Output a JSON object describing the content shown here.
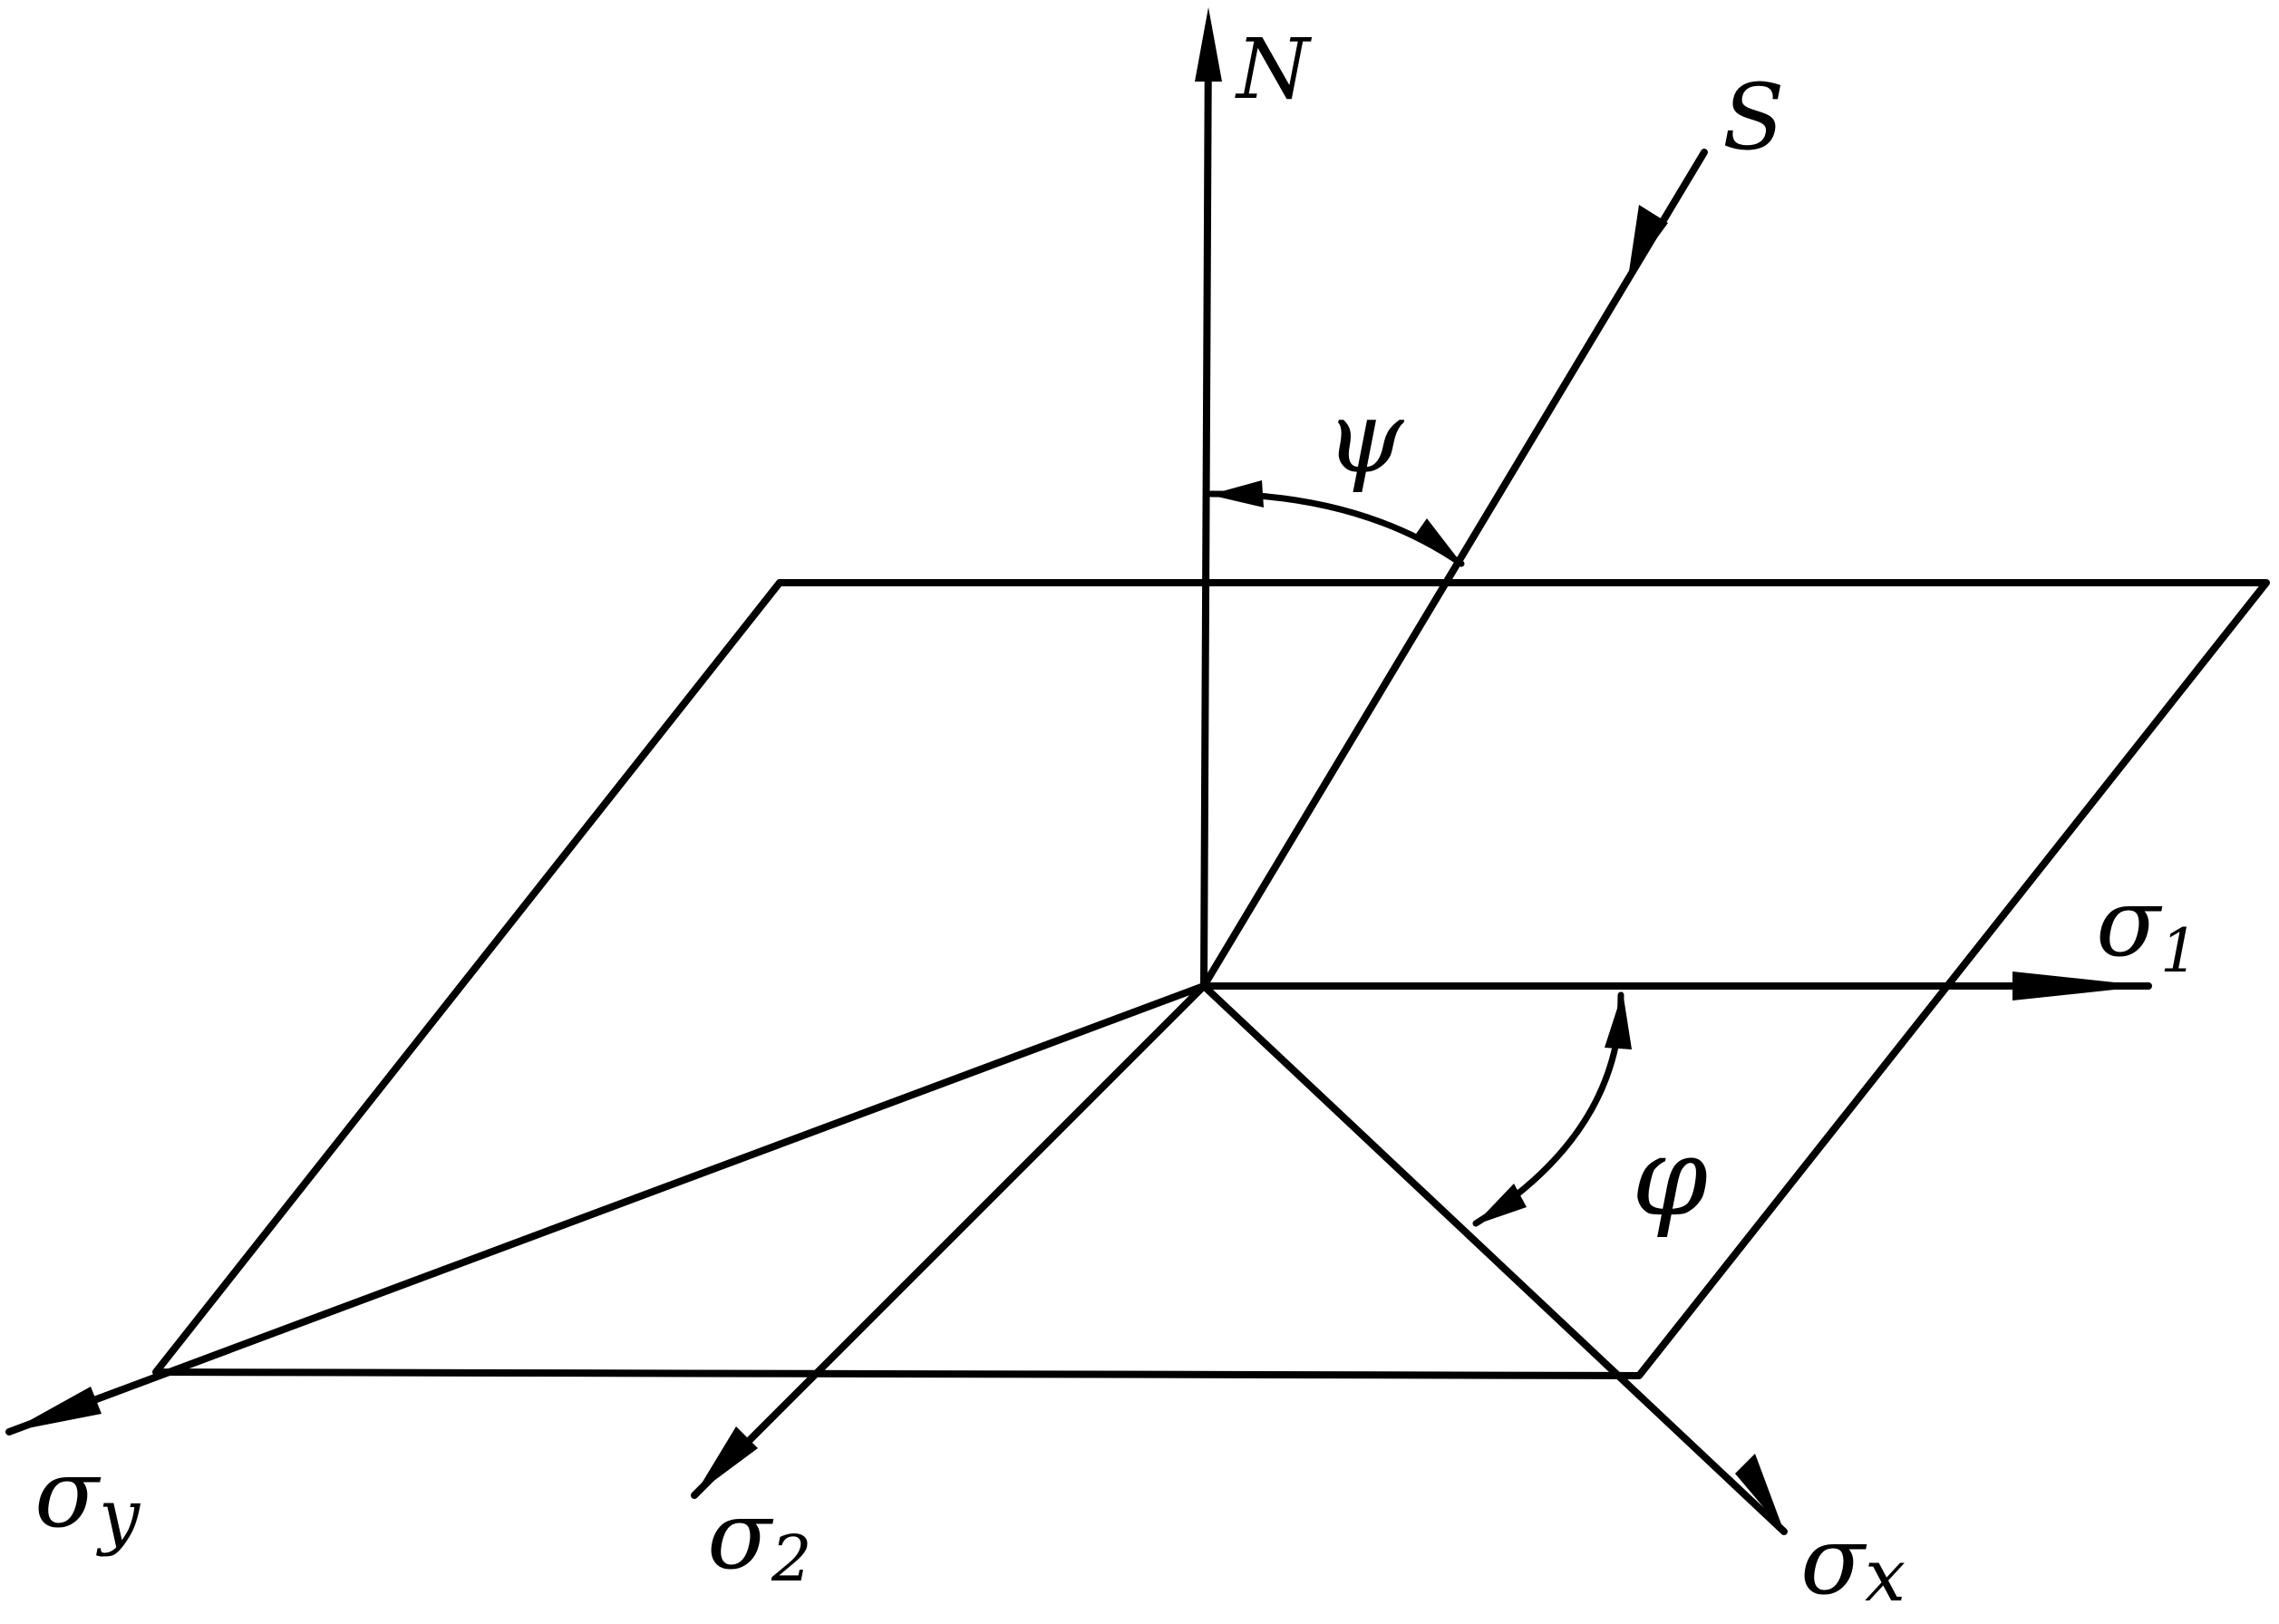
{
  "colors": {
    "ink": "#000000",
    "paper": "#ffffff"
  },
  "labels": {
    "n_axis": "N",
    "s_direction": "S",
    "sigma_1": "σ",
    "sigma_1_sub": "1",
    "sigma_2": "σ",
    "sigma_2_sub": "2",
    "sigma_x": "σ",
    "sigma_x_sub": "x",
    "sigma_y": "σ",
    "sigma_y_sub": "y",
    "psi_angle": "ψ",
    "phi_angle": "φ"
  }
}
